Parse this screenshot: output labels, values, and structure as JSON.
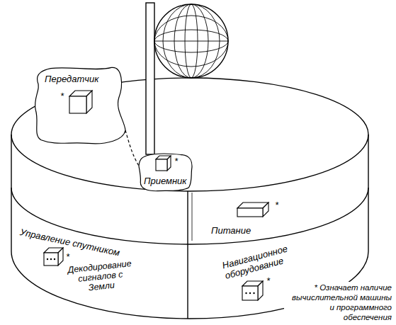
{
  "diagram": {
    "nodes": [
      {
        "text": [
          "Передатчик",
          "*"
        ]
      },
      {
        "text": [
          "Приемник",
          "*"
        ]
      },
      {
        "text": [
          "Управление спутником",
          "*",
          "Декодирование сигналов с Земли"
        ]
      },
      {
        "text": [
          "*",
          "Питание"
        ]
      },
      {
        "text": [
          "Навигационное оборудование",
          "*"
        ]
      }
    ],
    "edges": [
      {
        "from": 0,
        "to": 1,
        "arrow": "none"
      }
    ],
    "labels": [
      "* Означает наличие вычислительной машины и программного обеспечения"
    ]
  }
}
